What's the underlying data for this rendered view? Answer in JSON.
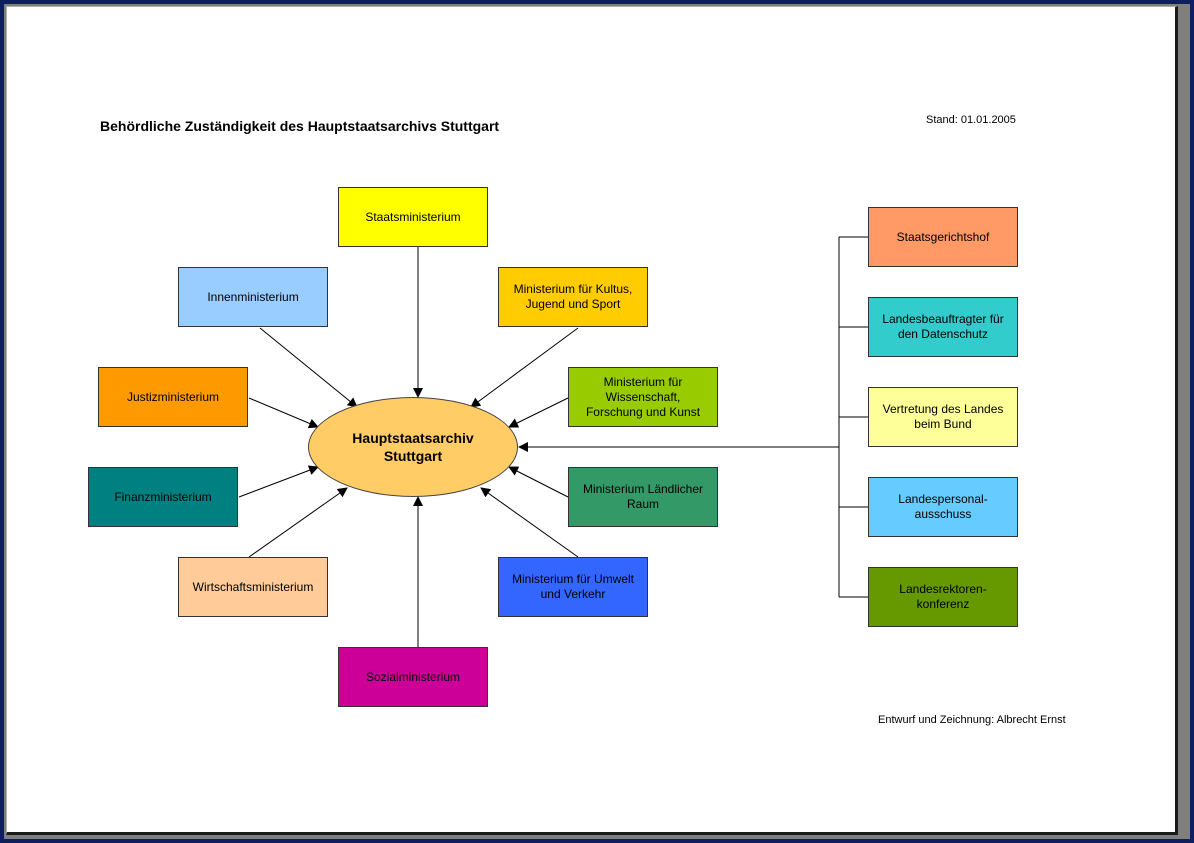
{
  "title": "Behördliche Zuständigkeit des Hauptstaatsarchivs Stuttgart",
  "stand": "Stand: 01.01.2005",
  "credit": "Entwurf und Zeichnung: Albrecht Ernst",
  "center": {
    "label": "Hauptstaatsarchiv\nStuttgart",
    "color": "#ffcc66"
  },
  "ministries": {
    "staats": {
      "label": "Staatsministerium",
      "color": "#ffff00"
    },
    "innen": {
      "label": "Innenministerium",
      "color": "#99ccff"
    },
    "kultus": {
      "label": "Ministerium für Kultus,\nJugend und Sport",
      "color": "#ffcc00"
    },
    "justiz": {
      "label": "Justizministerium",
      "color": "#ff9900"
    },
    "wissenschaft": {
      "label": "Ministerium für\nWissenschaft,\nForschung und Kunst",
      "color": "#99cc00"
    },
    "finanz": {
      "label": "Finanzministerium",
      "color": "#008080"
    },
    "laendlich": {
      "label": "Ministerium Ländlicher\nRaum",
      "color": "#339966"
    },
    "wirtschaft": {
      "label": "Wirtschaftsministerium",
      "color": "#ffcc99"
    },
    "umwelt": {
      "label": "Ministerium für Umwelt\nund Verkehr",
      "color": "#3366ff"
    },
    "sozial": {
      "label": "Sozialministerium",
      "color": "#cc0099"
    }
  },
  "others": {
    "staatsgerichtshof": {
      "label": "Staatsgerichtshof",
      "color": "#ff9966"
    },
    "datenschutz": {
      "label": "Landesbeauftragter für\nden Datenschutz",
      "color": "#33cccc"
    },
    "vertretung": {
      "label": "Vertretung des Landes\nbeim Bund",
      "color": "#ffff99"
    },
    "personal": {
      "label": "Landespersonal-\nausschuss",
      "color": "#66ccff"
    },
    "rektoren": {
      "label": "Landesrektoren-\nkonferenz",
      "color": "#669900"
    }
  }
}
